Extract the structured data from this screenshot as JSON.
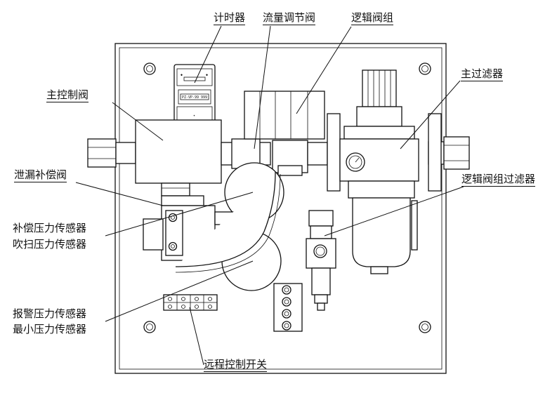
{
  "labels": {
    "timer": "计时器",
    "flow_valve": "流量调节阀",
    "logic_valve_group": "逻辑阀组",
    "main_control_valve": "主控制阀",
    "main_filter": "主过滤器",
    "leak_comp_valve": "泄漏补偿阀",
    "logic_group_filter": "逻辑阀组过滤器",
    "comp_pressure_sensor": "补偿压力传感器",
    "purge_pressure_sensor": "吹扫压力传感器",
    "alarm_pressure_sensor": "报警压力传感器",
    "min_pressure_sensor": "最小压力传感器",
    "remote_switch": "远程控制开关"
  },
  "timer_display": "PZ-VP-99 999"
}
